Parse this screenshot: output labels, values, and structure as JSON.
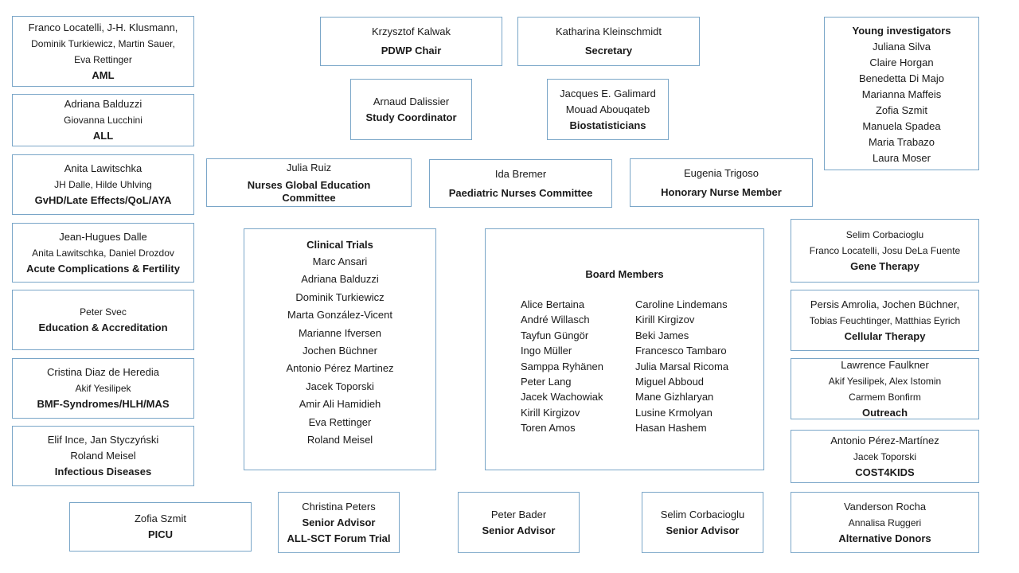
{
  "aml": {
    "lines": [
      "Franco Locatelli, J-H. Klusmann,",
      "Dominik Turkiewicz, Martin Sauer,",
      "Eva Rettinger"
    ],
    "role": "AML"
  },
  "all": {
    "lines": [
      "Adriana Balduzzi",
      "Giovanna Lucchini"
    ],
    "role": "ALL"
  },
  "gvhd": {
    "lines": [
      "Anita Lawitschka",
      "JH Dalle, Hilde Uhlving"
    ],
    "role": "GvHD/Late Effects/QoL/AYA"
  },
  "acute": {
    "lines": [
      "Jean-Hugues Dalle",
      "Anita Lawitschka, Daniel Drozdov"
    ],
    "role": "Acute Complications & Fertility"
  },
  "education": {
    "lines": [
      "Peter Svec"
    ],
    "role": "Education & Accreditation"
  },
  "bmf": {
    "lines": [
      "Cristina Diaz de Heredia",
      "Akif Yesilipek"
    ],
    "role": "BMF-Syndromes/HLH/MAS"
  },
  "infectious": {
    "lines": [
      "Elif Ince, Jan Styczyński",
      "Roland Meisel"
    ],
    "role": "Infectious Diseases"
  },
  "picu": {
    "lines": [
      "Zofia Szmit"
    ],
    "role": "PICU"
  },
  "pdwp": {
    "name": "Krzysztof Kalwak",
    "role": "PDWP Chair"
  },
  "secretary": {
    "name": "Katharina Kleinschmidt",
    "role": "Secretary"
  },
  "study": {
    "name": "Arnaud Dalissier",
    "role": "Study Coordinator"
  },
  "biostat": {
    "lines": [
      "Jacques E. Galimard",
      "Mouad Abouqateb"
    ],
    "role": "Biostatisticians"
  },
  "nurses_global": {
    "name": "Julia Ruiz",
    "role1": "Nurses Global Education",
    "role2": "Committee"
  },
  "paed_nurses": {
    "name": "Ida Bremer",
    "role": "Paediatric Nurses Committee"
  },
  "honorary": {
    "name": "Eugenia Trigoso",
    "role": "Honorary Nurse Member"
  },
  "young": {
    "title": "Young investigators",
    "members": [
      "Juliana Silva",
      "Claire Horgan",
      "Benedetta Di Majo",
      "Marianna Maffeis",
      "Zofia Szmit",
      "Manuela Spadea",
      "Maria Trabazo",
      "Laura Moser"
    ]
  },
  "clinical": {
    "title": "Clinical Trials",
    "members": [
      "Marc Ansari",
      "Adriana Balduzzi",
      "Dominik Turkiewicz",
      "Marta González-Vicent",
      "Marianne Ifversen",
      "Jochen Büchner",
      "Antonio Pérez Martinez",
      "Jacek Toporski",
      "Amir Ali Hamidieh",
      "Eva Rettinger",
      "Roland Meisel"
    ]
  },
  "board": {
    "title": "Board Members",
    "col1": [
      "Alice Bertaina",
      "André Willasch",
      "Tayfun Güngör",
      "Ingo Müller",
      "Samppa Ryhänen",
      "Peter Lang",
      "Jacek Wachowiak",
      "Kirill Kirgizov",
      "Toren Amos"
    ],
    "col2": [
      "Caroline Lindemans",
      "Kirill Kirgizov",
      "Beki James",
      "Francesco Tambaro",
      "Julia Marsal Ricoma",
      "Miguel Abboud",
      "Mane Gizhlaryan",
      "Lusine Krmolyan",
      "Hasan Hashem"
    ]
  },
  "gene": {
    "lines": [
      "Selim Corbacioglu",
      "Franco Locatelli, Josu DeLa Fuente"
    ],
    "role": "Gene Therapy"
  },
  "cellular": {
    "lines": [
      "Persis Amrolia, Jochen Büchner,",
      "Tobias Feuchtinger, Matthias Eyrich"
    ],
    "role": "Cellular Therapy"
  },
  "outreach": {
    "lines": [
      "Lawrence Faulkner",
      "Akif Yesilipek, Alex Istomin",
      "Carmem Bonfirm"
    ],
    "role": "Outreach"
  },
  "cost4kids": {
    "lines": [
      "Antonio Pérez-Martínez",
      "Jacek Toporski"
    ],
    "role": "COST4KIDS"
  },
  "alt_donors": {
    "lines": [
      "Vanderson Rocha",
      "Annalisa Ruggeri"
    ],
    "role": "Alternative Donors"
  },
  "peters": {
    "name": "Christina Peters",
    "role1": "Senior Advisor",
    "role2": "ALL-SCT Forum Trial"
  },
  "bader": {
    "name": "Peter Bader",
    "role": "Senior Advisor"
  },
  "corbacioglu_adv": {
    "name": "Selim Corbacioglu",
    "role": "Senior Advisor"
  }
}
